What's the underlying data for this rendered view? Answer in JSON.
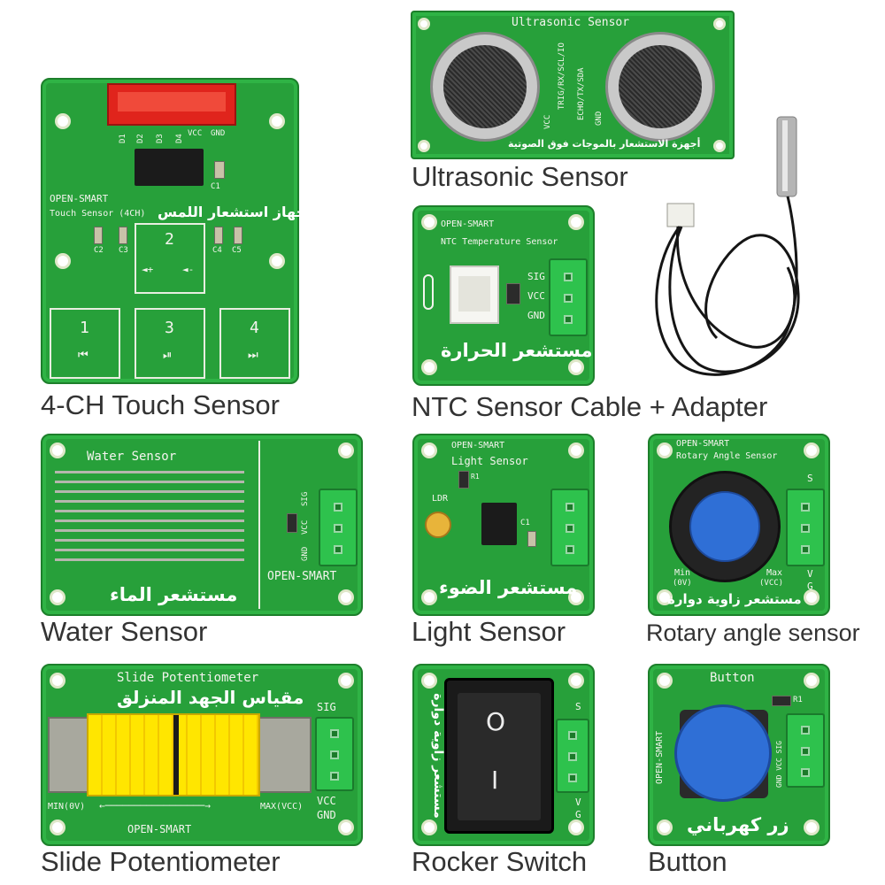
{
  "products": [
    {
      "caption": "4-CH Touch Sensor",
      "labels": {
        "pins": [
          "D1",
          "D2",
          "D3",
          "D4",
          "VCC",
          "GND"
        ],
        "brand": "OPEN-SMART",
        "name": "Touch Sensor (4CH)",
        "arabic": "جهاز استشعار اللمس",
        "caps": [
          "C1",
          "C2",
          "C3",
          "C4",
          "C5"
        ],
        "pad_numbers": [
          "2",
          "1",
          "3",
          "4"
        ],
        "pad_symbols": [
          "◄+",
          "◄-",
          "⏮",
          "⏯",
          "⏭"
        ]
      }
    },
    {
      "caption": "Ultrasonic Sensor",
      "labels": {
        "title": "Ultrasonic Sensor",
        "pins": [
          "VCC",
          "TRIG/RX/SCL/IO",
          "ECHO/TX/SDA",
          "GND"
        ],
        "arabic": "أجهزة الاستشعار بالموجات فوق الصوتية"
      }
    },
    {
      "caption": "NTC Sensor Cable + Adapter",
      "labels": {
        "brand": "OPEN-SMART",
        "name": "NTC Temperature Sensor",
        "pins": [
          "SIG",
          "VCC",
          "GND"
        ],
        "arabic": "مستشعر الحرارة"
      }
    },
    {
      "caption": "Water Sensor",
      "labels": {
        "name": "Water Sensor",
        "pins": [
          "SIG",
          "VCC",
          "GND"
        ],
        "brand": "OPEN-SMART",
        "arabic": "مستشعر الماء"
      }
    },
    {
      "caption": "Light Sensor",
      "labels": {
        "brand": "OPEN-SMART",
        "name": "Light Sensor",
        "ldr": "LDR",
        "r1": "R1",
        "c1": "C1",
        "arabic": "مستشعر الضوء"
      }
    },
    {
      "caption": "Rotary angle sensor",
      "labels": {
        "brand": "OPEN-SMART",
        "name": "Rotary Angle Sensor",
        "pins": [
          "S",
          "V",
          "G"
        ],
        "min": "Min",
        "min_v": "(0V)",
        "max": "Max",
        "max_v": "(VCC)",
        "arabic": "مستشعر زاوية دوارة"
      }
    },
    {
      "caption": "Slide Potentiometer",
      "labels": {
        "title": "Slide Potentiometer",
        "arabic": "مقياس الجهد المنزلق",
        "pins": [
          "SIG",
          "VCC",
          "GND"
        ],
        "min": "MIN(0V)",
        "max": "MAX(VCC)",
        "brand": "OPEN-SMART"
      }
    },
    {
      "caption": "Rocker Switch",
      "labels": {
        "arabic": "مستشعر زاوية دوارة",
        "off": "O",
        "on": "I",
        "pins": [
          "S",
          "V",
          "G"
        ]
      }
    },
    {
      "caption": "Button",
      "labels": {
        "title": "Button",
        "r1": "R1",
        "brand": "OPEN-SMART",
        "pins": "GND VCC SIG",
        "arabic": "زر كهرباني"
      }
    }
  ],
  "colors": {
    "pcb": "#27a03a",
    "connector": "#2ec24d",
    "caption": "#333333",
    "knob": "#2f6fd6",
    "slider": "#ffe600",
    "header": "#e0241c"
  }
}
